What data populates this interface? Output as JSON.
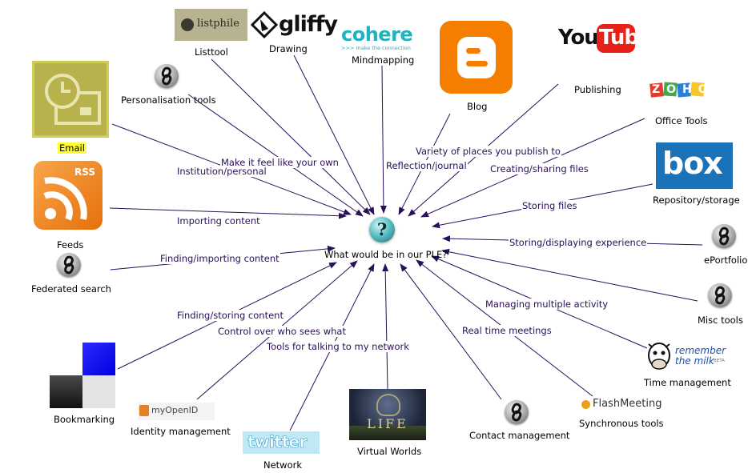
{
  "center": {
    "label": "What would be in our PLE?",
    "icon": "question-icon",
    "glyph": "?"
  },
  "nodes": {
    "listtool": {
      "label": "Listtool",
      "logo_text": "listphile"
    },
    "drawing": {
      "label": "Drawing",
      "logo_text": "gliffy"
    },
    "mindmapping": {
      "label": "Mindmapping",
      "logo_text": "cohere",
      "logo_tagline": ">>> make the connection"
    },
    "blog": {
      "label": "Blog"
    },
    "youtube": {
      "logo_you": "You",
      "logo_tube": "Tube"
    },
    "publishing": {
      "label": "Publishing"
    },
    "office_tools": {
      "label": "Office Tools",
      "logo_text": "ZOHO"
    },
    "repository": {
      "label": "Repository/storage",
      "logo_text": "box"
    },
    "eportfolio": {
      "label": "ePortfolio"
    },
    "misc_tools": {
      "label": "Misc tools"
    },
    "time_management": {
      "label": "Time management",
      "logo_line1": "remember",
      "logo_line2": "the milk",
      "logo_beta": "BETA"
    },
    "synchronous_tools": {
      "label": "Synchronous tools",
      "logo_text": "FlashMeeting"
    },
    "contact_management": {
      "label": "Contact management"
    },
    "virtual_worlds": {
      "label": "Virtual Worlds",
      "logo_text": "LIFE"
    },
    "network": {
      "label": "Network",
      "logo_text": "twitter"
    },
    "identity_management": {
      "label": "Identity management",
      "logo_text": "myOpenID"
    },
    "bookmarking": {
      "label": "Bookmarking"
    },
    "federated_search": {
      "label": "Federated search"
    },
    "feeds": {
      "label": "Feeds",
      "logo_text": "RSS"
    },
    "email": {
      "label": "Email"
    },
    "personalisation": {
      "label": "Personalisation tools"
    }
  },
  "edges": {
    "make_it_own": "Make it feel like your own",
    "institution": "Institution/personal",
    "importing": "Importing content",
    "finding_importing": "Finding/importing content",
    "finding_storing": "Finding/storing content",
    "control": "Control over who sees what",
    "talking": "Tools for talking to my network",
    "real_time": "Real time meetings",
    "managing": "Managing multiple activity",
    "storing_displaying": "Storing/displaying experience",
    "storing_files": "Storing files",
    "creating_sharing": "Creating/sharing files",
    "variety": "Variety of places you publish to",
    "reflection": "Reflection/journal"
  },
  "colors": {
    "edge_line": "#2a0f5a",
    "email_highlight": "#ffff33",
    "blogger_orange": "#f57d00",
    "youtube_red": "#e62117",
    "box_blue": "#1a73b8",
    "cohere_teal": "#1fb2bf",
    "rss_orange": "#f08b18"
  }
}
